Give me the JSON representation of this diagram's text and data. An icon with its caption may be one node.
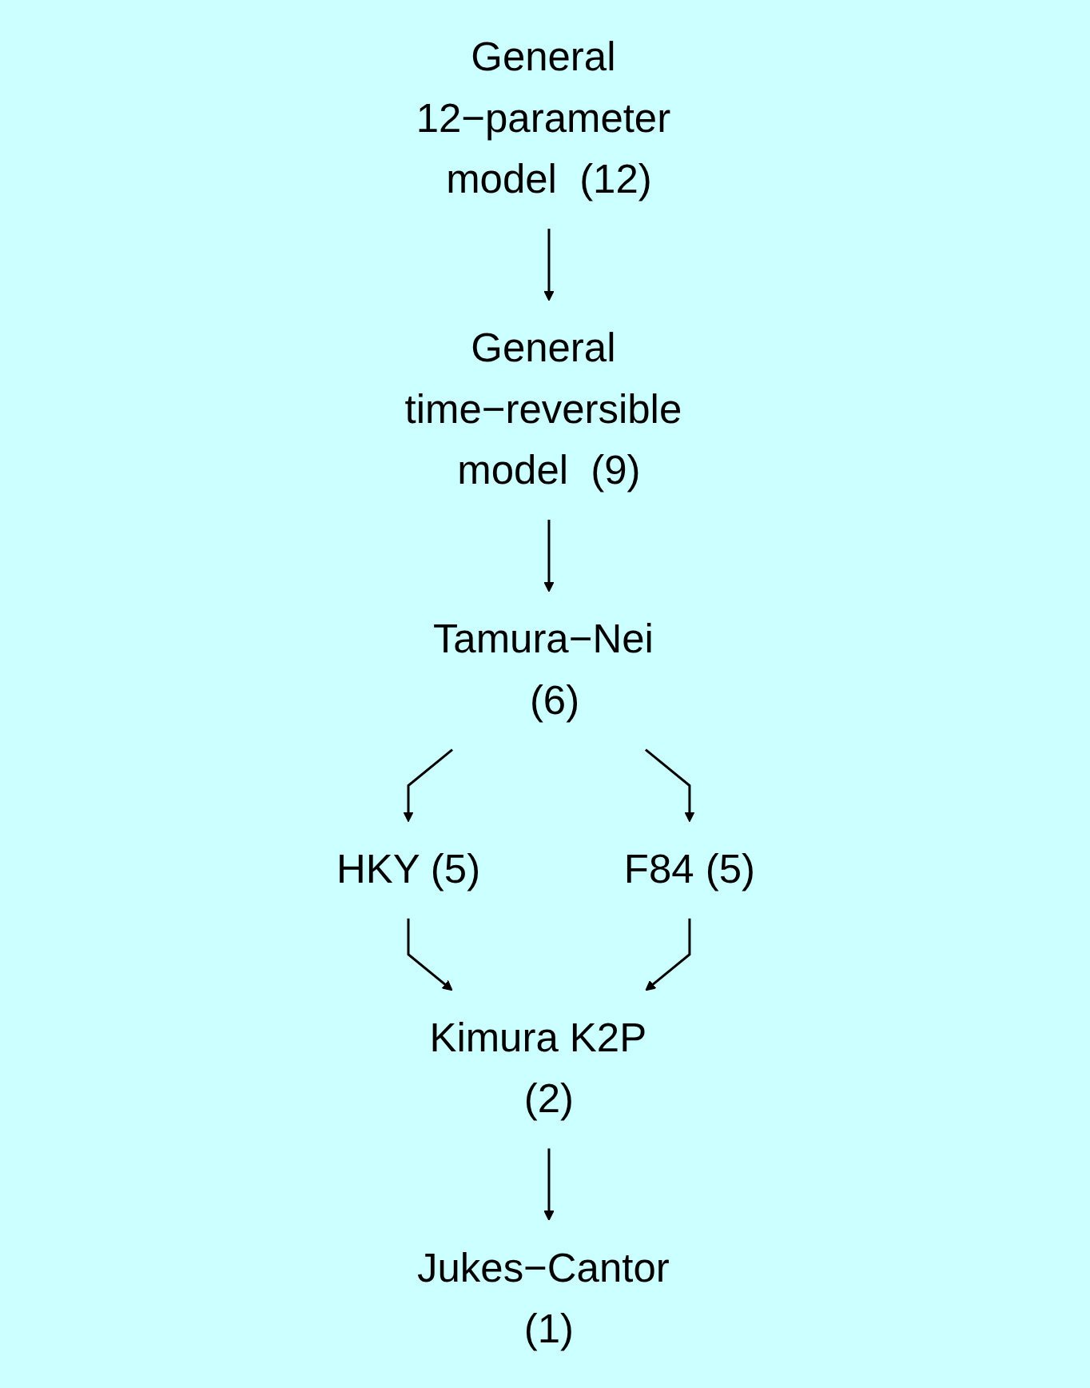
{
  "diagram": {
    "nodes": [
      {
        "text": [
          "General 12−parameter model  (12)"
        ]
      },
      {
        "text": [
          "General time−reversible model  (9)"
        ]
      },
      {
        "text": [
          "Tamura−Nei  (6)"
        ]
      },
      {
        "text": [
          "HKY (5)"
        ]
      },
      {
        "text": [
          "F84 (5)"
        ]
      },
      {
        "text": [
          "Kimura K2P  (2)"
        ]
      },
      {
        "text": [
          "Jukes−Cantor (1)"
        ]
      }
    ],
    "edges": [
      {
        "from": 0,
        "to": 1,
        "arrow": "to"
      },
      {
        "from": 1,
        "to": 2,
        "arrow": "to"
      },
      {
        "from": 2,
        "to": 3,
        "arrow": "to"
      },
      {
        "from": 2,
        "to": 4,
        "arrow": "to"
      },
      {
        "from": 3,
        "to": 5,
        "arrow": "to"
      },
      {
        "from": 4,
        "to": 5,
        "arrow": "to"
      },
      {
        "from": 5,
        "to": 6,
        "arrow": "to"
      }
    ]
  }
}
